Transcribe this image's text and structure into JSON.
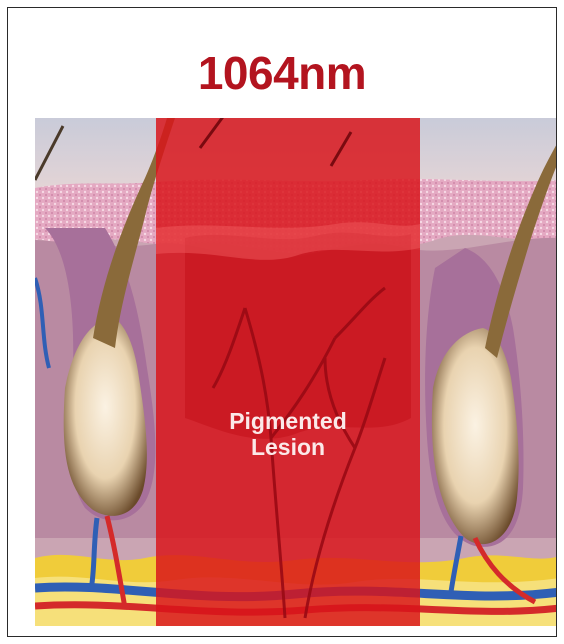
{
  "title": "1064nm",
  "band_label": {
    "line1": "Pigmented",
    "line2": "Lesion"
  },
  "colors": {
    "title": "#b3141f",
    "laser_band": "#d9141a",
    "frame": "#2a2a2a"
  }
}
